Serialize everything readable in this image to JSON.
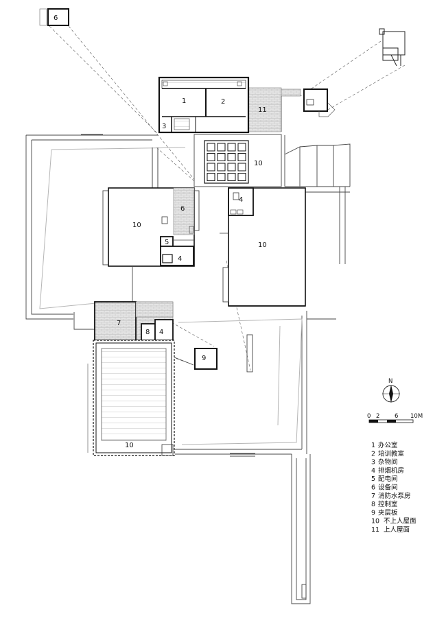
{
  "room_labels": {
    "r1": "1",
    "r2": "2",
    "r3": "3",
    "r4a": "4",
    "r4b": "4",
    "r4c": "4",
    "r5": "5",
    "r6a": "6",
    "r6b": "6",
    "r7": "7",
    "r8": "8",
    "r9": "9",
    "r10a": "10",
    "r10b": "10",
    "r10c": "10",
    "r10d": "10",
    "r11": "11"
  },
  "north": {
    "label": "N"
  },
  "scale_bar": {
    "ticks": [
      "0",
      "2",
      "6",
      "10M"
    ]
  },
  "legend": [
    {
      "num": "1",
      "name": "办公室"
    },
    {
      "num": "2",
      "name": "培训教室"
    },
    {
      "num": "3",
      "name": "杂物间"
    },
    {
      "num": "4",
      "name": "排烟机房"
    },
    {
      "num": "5",
      "name": "配电间"
    },
    {
      "num": "6",
      "name": "设备间"
    },
    {
      "num": "7",
      "name": "消防水泵房"
    },
    {
      "num": "8",
      "name": "控制室"
    },
    {
      "num": "9",
      "name": "夹层板"
    },
    {
      "num": "10",
      "name": "不上人屋面"
    },
    {
      "num": "11",
      "name": "上人屋面"
    }
  ]
}
